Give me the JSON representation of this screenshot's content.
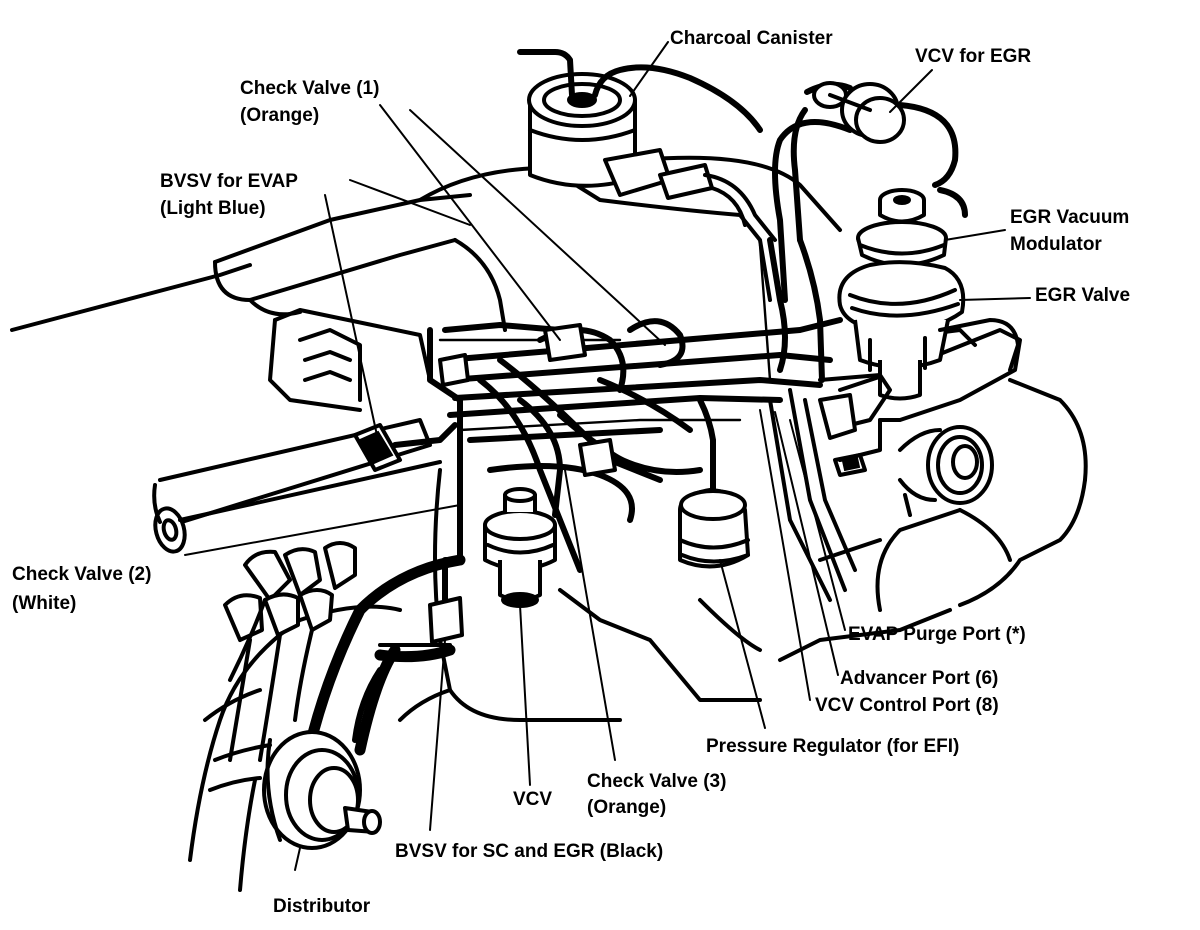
{
  "labels": {
    "charcoal_canister": "Charcoal Canister",
    "vcv_for_egr": "VCV for EGR",
    "check_valve_1_line1": "Check Valve (1)",
    "check_valve_1_line2": "(Orange)",
    "bvsv_evap_line1": "BVSV for EVAP",
    "bvsv_evap_line2": "(Light Blue)",
    "egr_vacuum_modulator_line1": "EGR Vacuum",
    "egr_vacuum_modulator_line2": "Modulator",
    "egr_valve": "EGR Valve",
    "check_valve_2_line1": "Check Valve (2)",
    "check_valve_2_line2": "(White)",
    "evap_purge_port": "EVAP Purge Port (*)",
    "advancer_port": "Advancer Port (6)",
    "vcv_control_port": "VCV Control Port (8)",
    "pressure_regulator": "Pressure Regulator (for EFI)",
    "vcv": "VCV",
    "check_valve_3_line1": "Check Valve (3)",
    "check_valve_3_line2": "(Orange)",
    "bvsv_sc_egr": "BVSV for SC and EGR (Black)",
    "distributor": "Distributor"
  }
}
